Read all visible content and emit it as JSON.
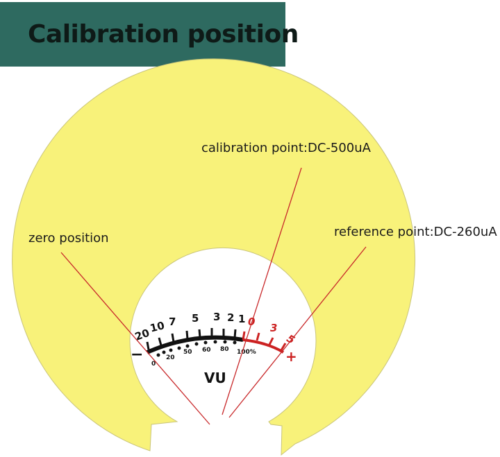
{
  "title": "Calibration position",
  "callouts": {
    "calibration": "calibration point:DC-500uA",
    "reference": "reference point:DC-260uA",
    "zero": "zero position"
  },
  "meter": {
    "unit_label": "VU",
    "vu_scale": [
      "20",
      "10",
      "7",
      "5",
      "3",
      "2",
      "1",
      "0",
      "3",
      "5"
    ],
    "percent_scale": [
      "0",
      "20",
      "50",
      "60",
      "80",
      "100%"
    ],
    "minus_sign": "−",
    "plus_sign": "+"
  },
  "colors": {
    "banner": "#2e6a60",
    "dial_face": "#f8f27a",
    "pointer_lines": "#c8282a",
    "red_zone": "#cc2222",
    "scale_black": "#111111"
  }
}
